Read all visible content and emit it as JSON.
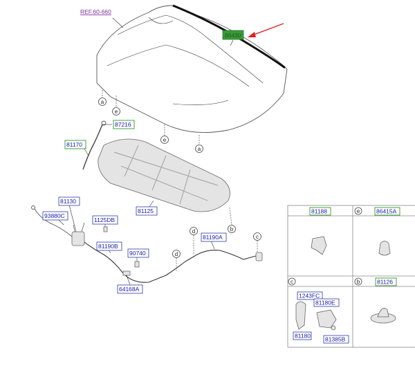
{
  "colors": {
    "label_text": "#1a1aa8",
    "label_border_blue": "#2a3aa8",
    "label_border_green": "#2a9a2a",
    "highlight_fill": "#3a9a3a",
    "ref_text": "#7a2a9a",
    "arrow": "#e02020"
  },
  "ref": "REF.60-660",
  "labels": {
    "hood_seal": "86430",
    "stay_bolt": "87216",
    "hood_stay": "81170",
    "insulator": "81125",
    "latch_assy": "81130",
    "sensor": "93880C",
    "bolt_1125": "1125DB",
    "cable_b": "81190B",
    "bumper_90740": "90740",
    "cable_a": "81190A",
    "clip_64168": "64168A"
  },
  "callouts": {
    "a": "a",
    "b": "b",
    "c": "c",
    "d": "d",
    "e": "e"
  },
  "detail_table": {
    "cell_tl": {
      "code": "81188"
    },
    "cell_tr": {
      "letter": "e",
      "code": "86415A"
    },
    "cell_bl": {
      "letter": "c",
      "codes": [
        "1243FC",
        "81180E",
        "81180",
        "81385B"
      ]
    },
    "cell_br": {
      "letter": "b",
      "code": "81126"
    }
  }
}
